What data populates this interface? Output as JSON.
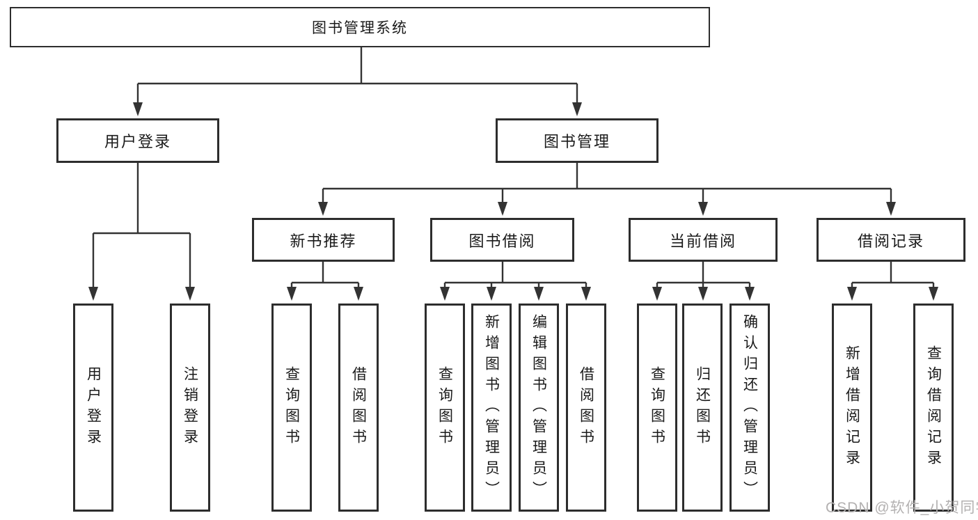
{
  "tree": {
    "root": {
      "label": "图书管理系统"
    },
    "branches": [
      {
        "label": "用户登录",
        "children": [
          {
            "label": "用户登录"
          },
          {
            "label": "注销登录"
          }
        ]
      },
      {
        "label": "图书管理",
        "children": [
          {
            "label": "新书推荐",
            "children": [
              {
                "label": "查询图书"
              },
              {
                "label": "借阅图书"
              }
            ]
          },
          {
            "label": "图书借阅",
            "children": [
              {
                "label": "查询图书"
              },
              {
                "label": "新增图书（管理员）"
              },
              {
                "label": "编辑图书（管理员）"
              },
              {
                "label": "借阅图书"
              }
            ]
          },
          {
            "label": "当前借阅",
            "children": [
              {
                "label": "查询图书"
              },
              {
                "label": "归还图书"
              },
              {
                "label": "确认归还（管理员）"
              }
            ]
          },
          {
            "label": "借阅记录",
            "children": [
              {
                "label": "新增借阅记录"
              },
              {
                "label": "查询借阅记录"
              }
            ]
          }
        ]
      }
    ]
  },
  "watermark": "CSDN @软件_小贺同学",
  "colors": {
    "line": "#333333",
    "border": "#2d2d2d",
    "text": "#1a1a1a",
    "watermark": "#b3b1b1",
    "background": "#ffffff"
  }
}
